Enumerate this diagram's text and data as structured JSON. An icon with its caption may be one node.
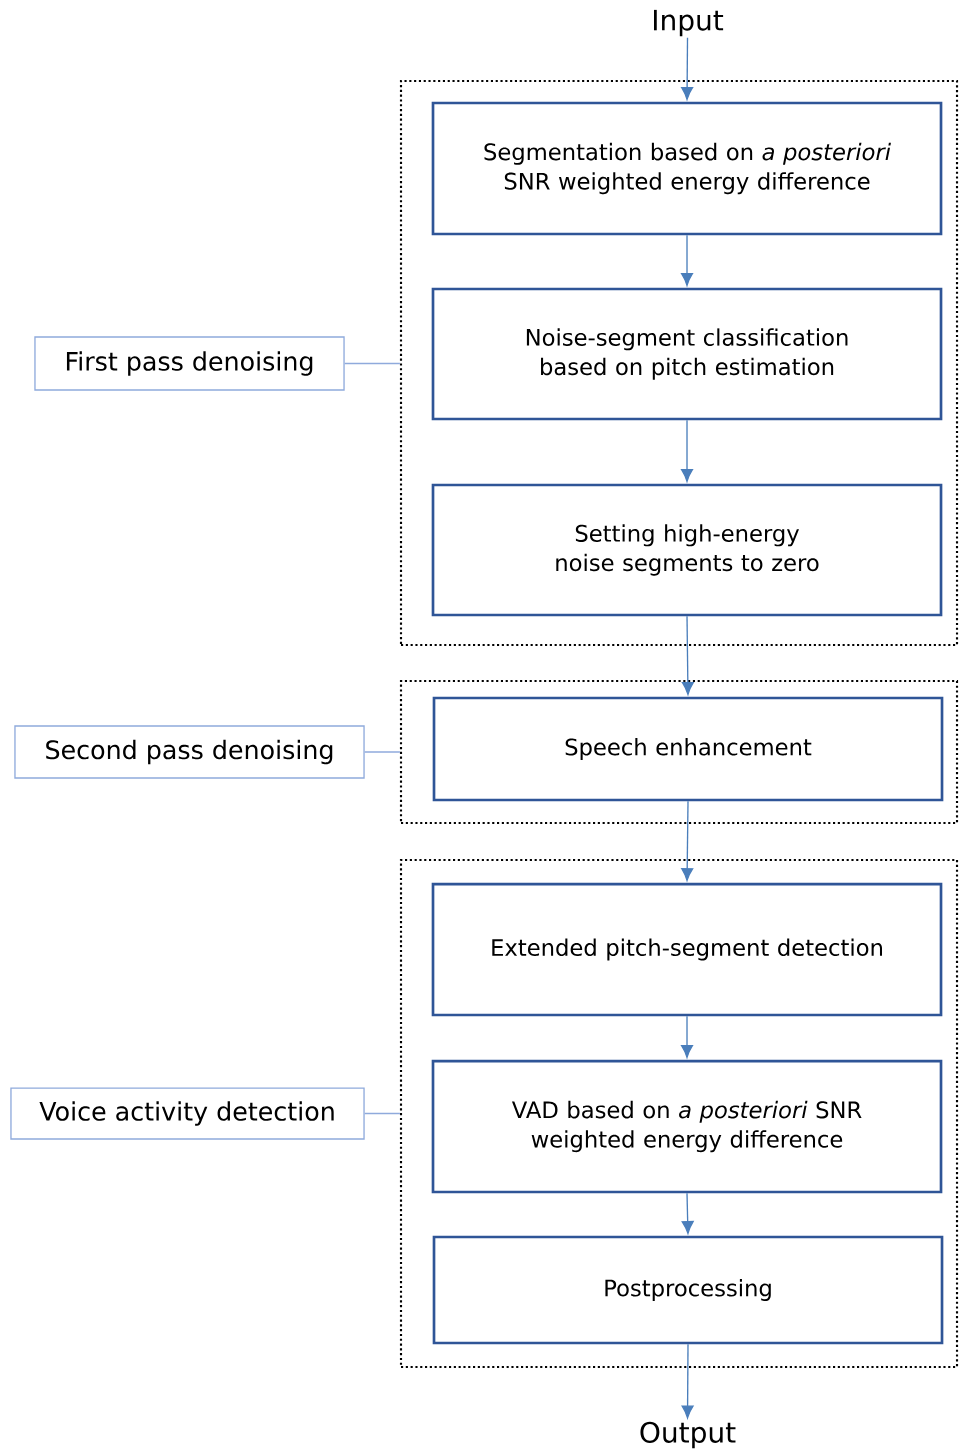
{
  "diagram": {
    "nodes": [
      {
        "text": [
          "Input"
        ]
      },
      {
        "text": [
          "First pass denoising"
        ]
      },
      {
        "text": [],
        "shape": "box"
      },
      {
        "text": [
          "Segmentation based on *a posteriori* SNR weighted energy difference"
        ],
        "in": 2
      },
      {
        "text": [
          "Noise-segment classification based on pitch estimation"
        ],
        "in": 2
      },
      {
        "text": [
          "Setting high-energy noise segments to zero"
        ],
        "in": 2
      },
      {
        "text": [
          "Second pass denoising"
        ]
      },
      {
        "text": [],
        "shape": "box"
      },
      {
        "text": [
          "Speech enhancement"
        ],
        "in": 7
      },
      {
        "text": [
          "Voice activity detection"
        ]
      },
      {
        "text": [],
        "shape": "box"
      },
      {
        "text": [
          "Extended pitch-segment detection"
        ],
        "in": 10
      },
      {
        "text": [
          "VAD based on *a posteriori* SNR weighted energy difference"
        ],
        "in": 10
      },
      {
        "text": [
          "Postprocessing"
        ],
        "in": 10
      },
      {
        "text": [
          "Output"
        ]
      }
    ],
    "edges": [
      {
        "from": 0,
        "to": 3,
        "arrow": "to"
      },
      {
        "from": 3,
        "to": 4,
        "arrow": "to"
      },
      {
        "from": 4,
        "to": 5,
        "arrow": "to"
      },
      {
        "from": 5,
        "to": 8,
        "arrow": "to"
      },
      {
        "from": 8,
        "to": 11,
        "arrow": "to"
      },
      {
        "from": 11,
        "to": 12,
        "arrow": "to"
      },
      {
        "from": 12,
        "to": 13,
        "arrow": "to"
      },
      {
        "from": 13,
        "to": 14,
        "arrow": "to"
      },
      {
        "from": 1,
        "to": 2,
        "arrow": "none",
        "color": "#8faadc"
      },
      {
        "from": 6,
        "to": 7,
        "arrow": "none",
        "color": "#8faadc"
      },
      {
        "from": 9,
        "to": 10,
        "arrow": "none",
        "color": "#8faadc"
      }
    ]
  }
}
